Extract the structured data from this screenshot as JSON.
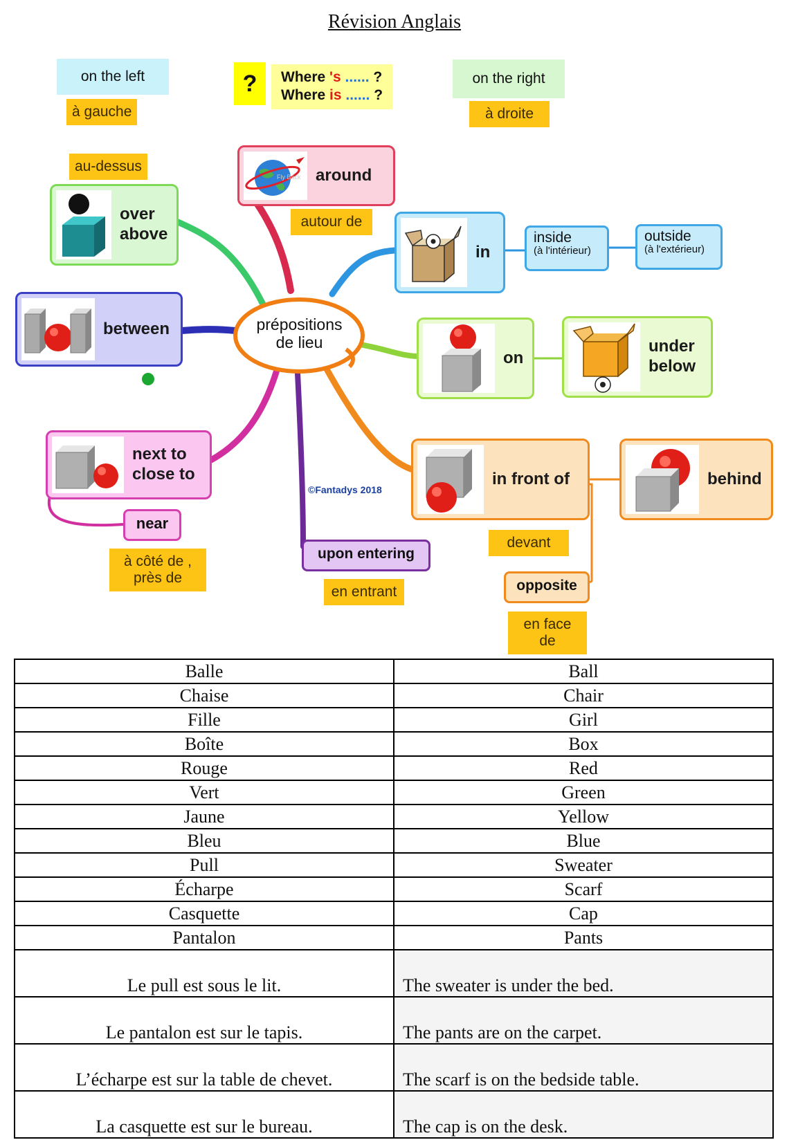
{
  "title": "Révision Anglais",
  "header_labels": {
    "left_en": "on the left",
    "left_fr": "à gauche",
    "question_mark": "?",
    "where_line1_a": "Where ",
    "where_line1_b": "'s",
    "where_line1_c": " ......",
    "where_line1_d": " ?",
    "where_line2_a": "Where ",
    "where_line2_b": "is",
    "where_line2_c": " ......",
    "where_line2_d": " ?",
    "right_en": "on the right",
    "right_fr": "à droite"
  },
  "center": {
    "line1": "prépositions",
    "line2": "de lieu"
  },
  "nodes": {
    "over": {
      "fr": "au-dessus",
      "en_line1": "over",
      "en_line2": "above"
    },
    "around": {
      "en": "around",
      "fr": "autour de",
      "pic_caption": "Fly Back"
    },
    "in": {
      "en": "in",
      "inside": "inside",
      "inside_fr": "(à l'intérieur)",
      "outside": "outside",
      "outside_fr": "(à l'extérieur)"
    },
    "between": {
      "en": "between"
    },
    "on": {
      "en": "on"
    },
    "under": {
      "en_line1": "under",
      "en_line2": "below"
    },
    "next_to": {
      "en_line1": "next to",
      "en_line2": "close to",
      "near": "near",
      "fr_line1": "à côté de ,",
      "fr_line2": "près de"
    },
    "upon_entering": {
      "en": "upon entering",
      "fr": "en entrant"
    },
    "in_front_of": {
      "en": "in front of",
      "fr": "devant",
      "opposite": "opposite",
      "opposite_fr": "en face de"
    },
    "behind": {
      "en": "behind"
    }
  },
  "credit": "©Fantadys 2018",
  "vocab": {
    "words": [
      [
        "Balle",
        "Ball"
      ],
      [
        "Chaise",
        "Chair"
      ],
      [
        "Fille",
        "Girl"
      ],
      [
        "Boîte",
        "Box"
      ],
      [
        "Rouge",
        "Red"
      ],
      [
        "Vert",
        "Green"
      ],
      [
        "Jaune",
        "Yellow"
      ],
      [
        "Bleu",
        "Blue"
      ],
      [
        "Pull",
        "Sweater"
      ],
      [
        "Écharpe",
        "Scarf"
      ],
      [
        "Casquette",
        "Cap"
      ],
      [
        "Pantalon",
        "Pants"
      ]
    ],
    "sentences": [
      [
        "Le pull est sous le lit.",
        "The sweater is under the bed."
      ],
      [
        "Le pantalon est sur le tapis.",
        "The pants are on the carpet."
      ],
      [
        "L’écharpe est sur la table de chevet.",
        "The scarf is on the bedside table."
      ],
      [
        "La casquette est sur le bureau.",
        "The cap is on the desk."
      ]
    ]
  },
  "colors": {
    "label_yellow": "#fdc416",
    "over_border": "#7ed957",
    "around_border": "#e0405c",
    "in_border": "#3fa7e6",
    "between_border": "#3b3fc4",
    "on_border": "#9fe04a",
    "next_border": "#d63fb0",
    "upon_border": "#7a2fa0",
    "front_border": "#f08a1c"
  }
}
